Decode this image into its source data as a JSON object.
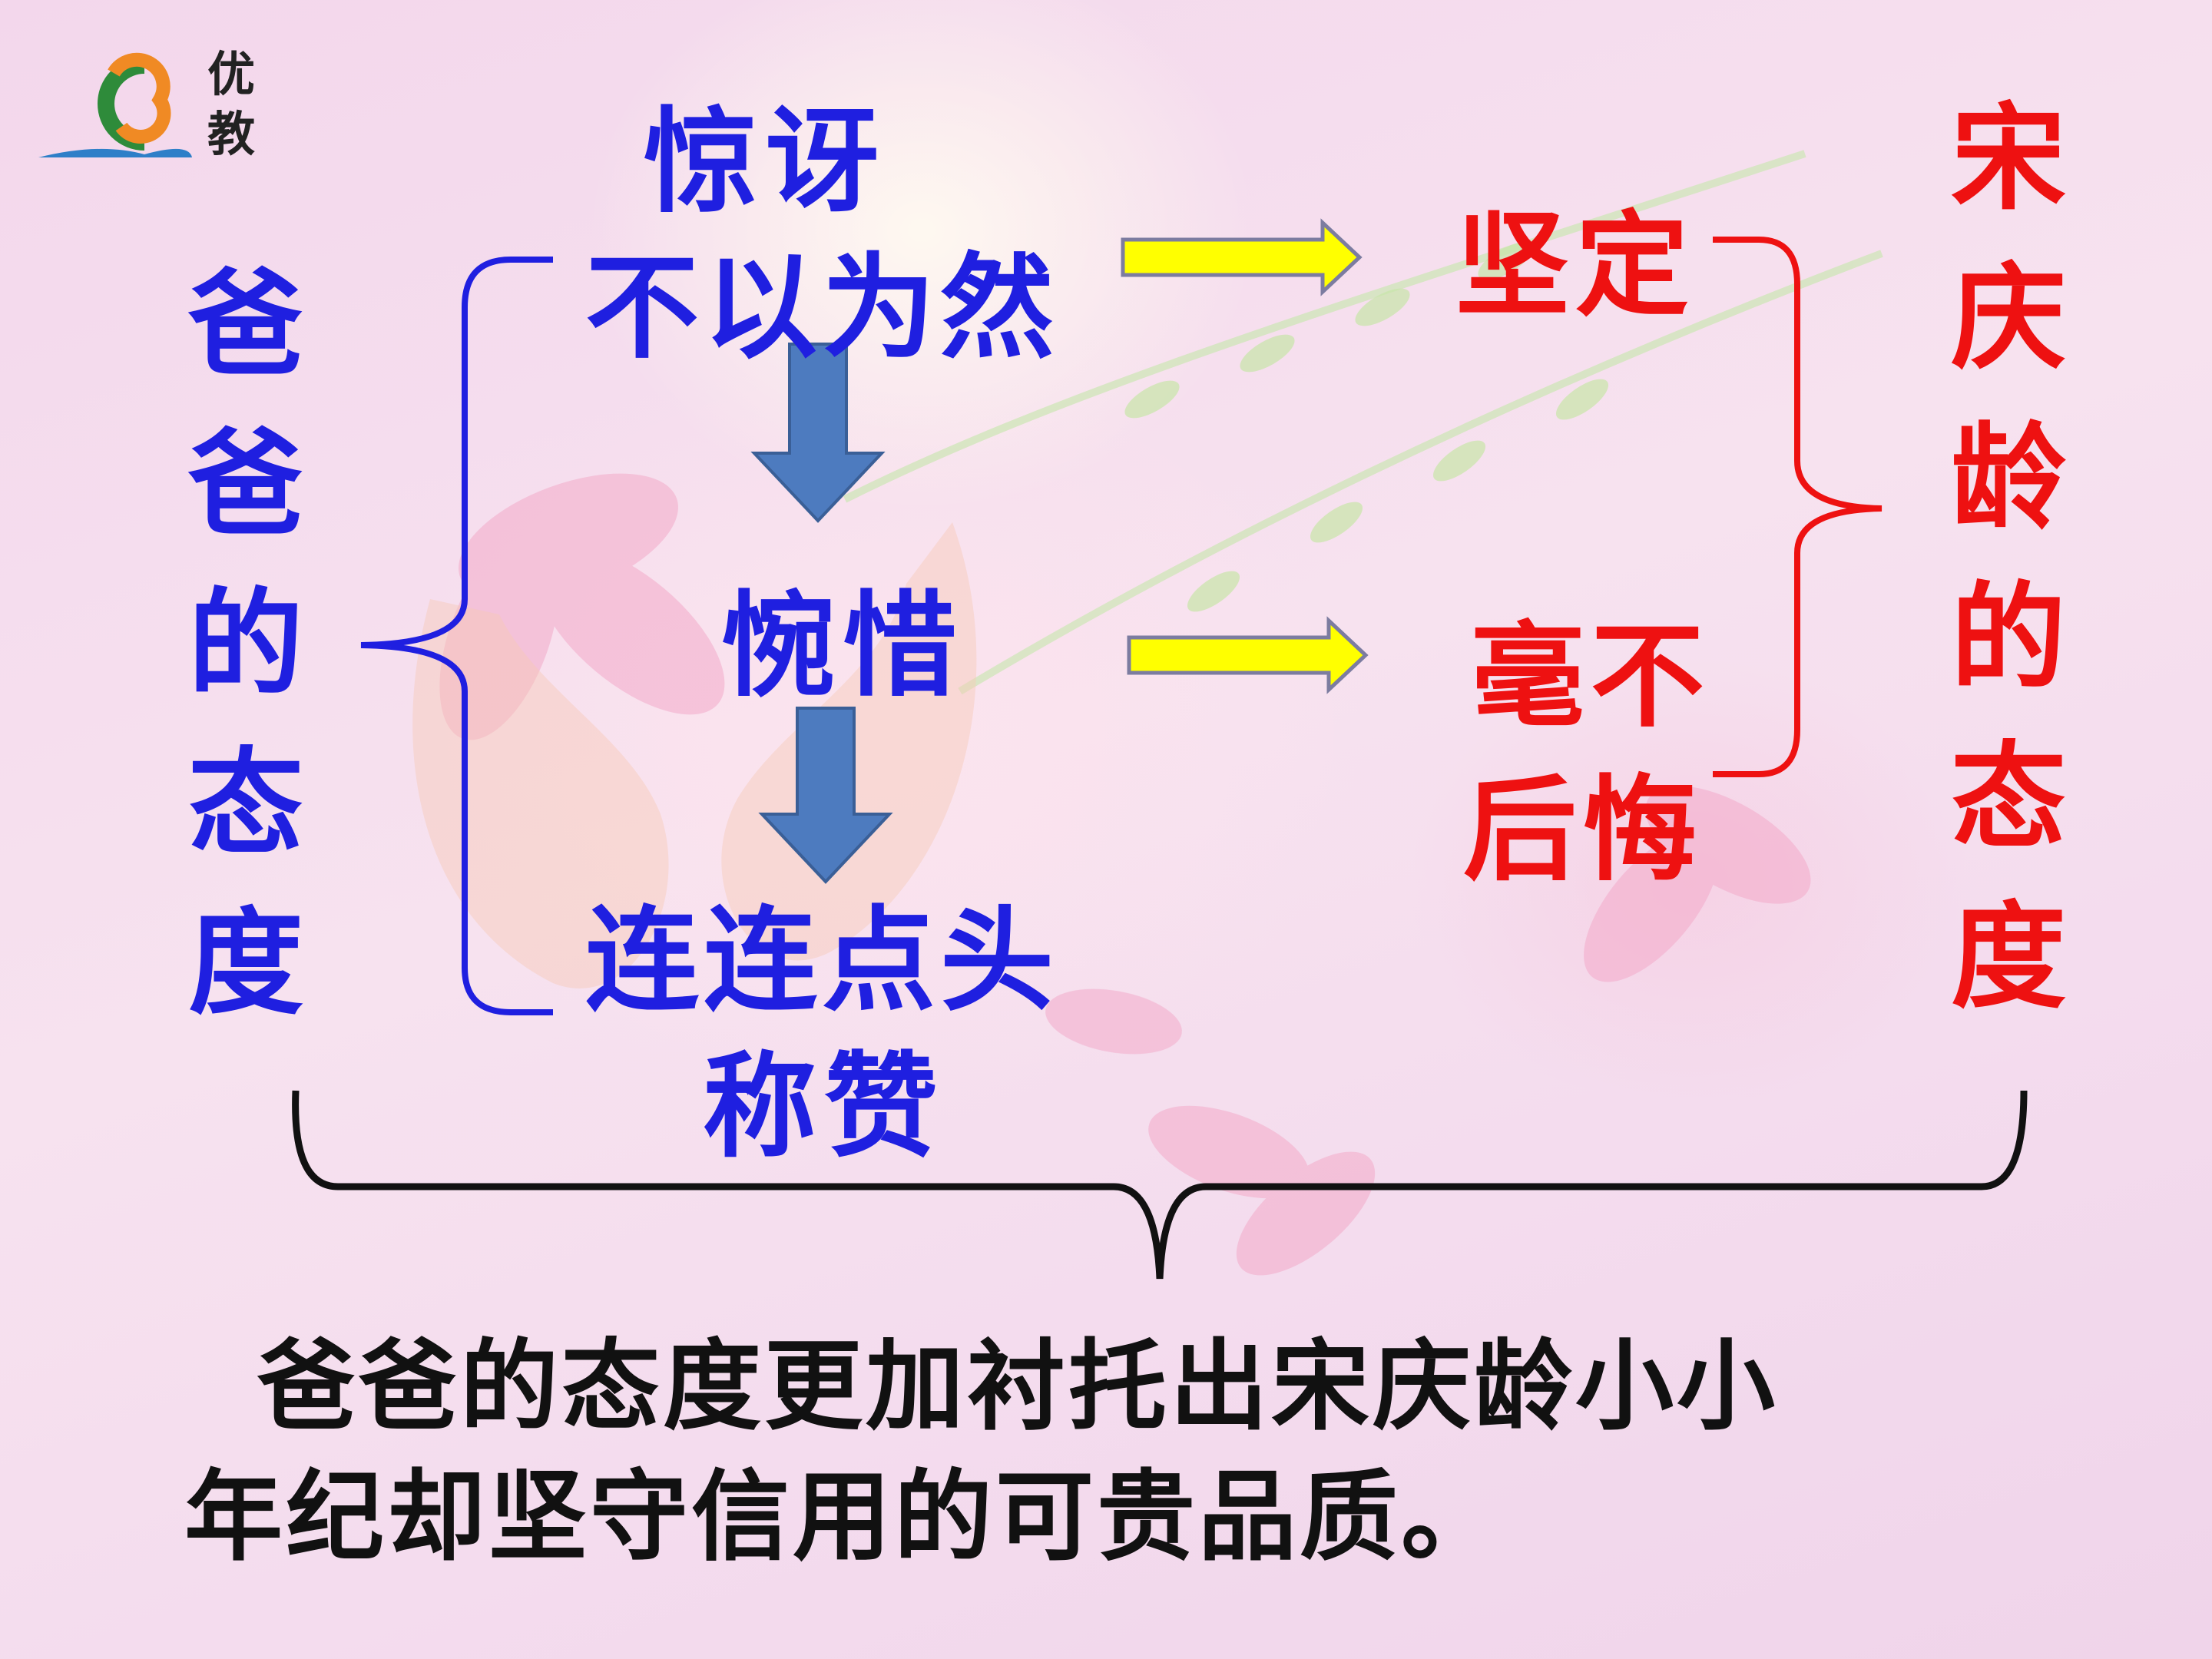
{
  "logo": {
    "text": "优教"
  },
  "father": {
    "label_chars": [
      "爸",
      "爸",
      "的",
      "态",
      "度"
    ],
    "attitudes": [
      "惊讶",
      "不以为然",
      "惋惜",
      "连连点头",
      "称赞"
    ]
  },
  "songqingling": {
    "label_chars": [
      "宋",
      "庆",
      "龄",
      "的",
      "态",
      "度"
    ],
    "attitudes": [
      "坚定",
      "毫不",
      "后悔"
    ]
  },
  "conclusion": {
    "line1": "爸爸的态度更加衬托出宋庆龄小小",
    "line2": "年纪却坚守信用的可贵品质。"
  },
  "colors": {
    "blue_text": "#1f1fe0",
    "red_text": "#ee1111",
    "down_arrow": "#4d7bbf",
    "right_arrow_fill": "#ffff00",
    "right_arrow_stroke": "#7c7ca0",
    "conclusion_text": "#111111"
  }
}
